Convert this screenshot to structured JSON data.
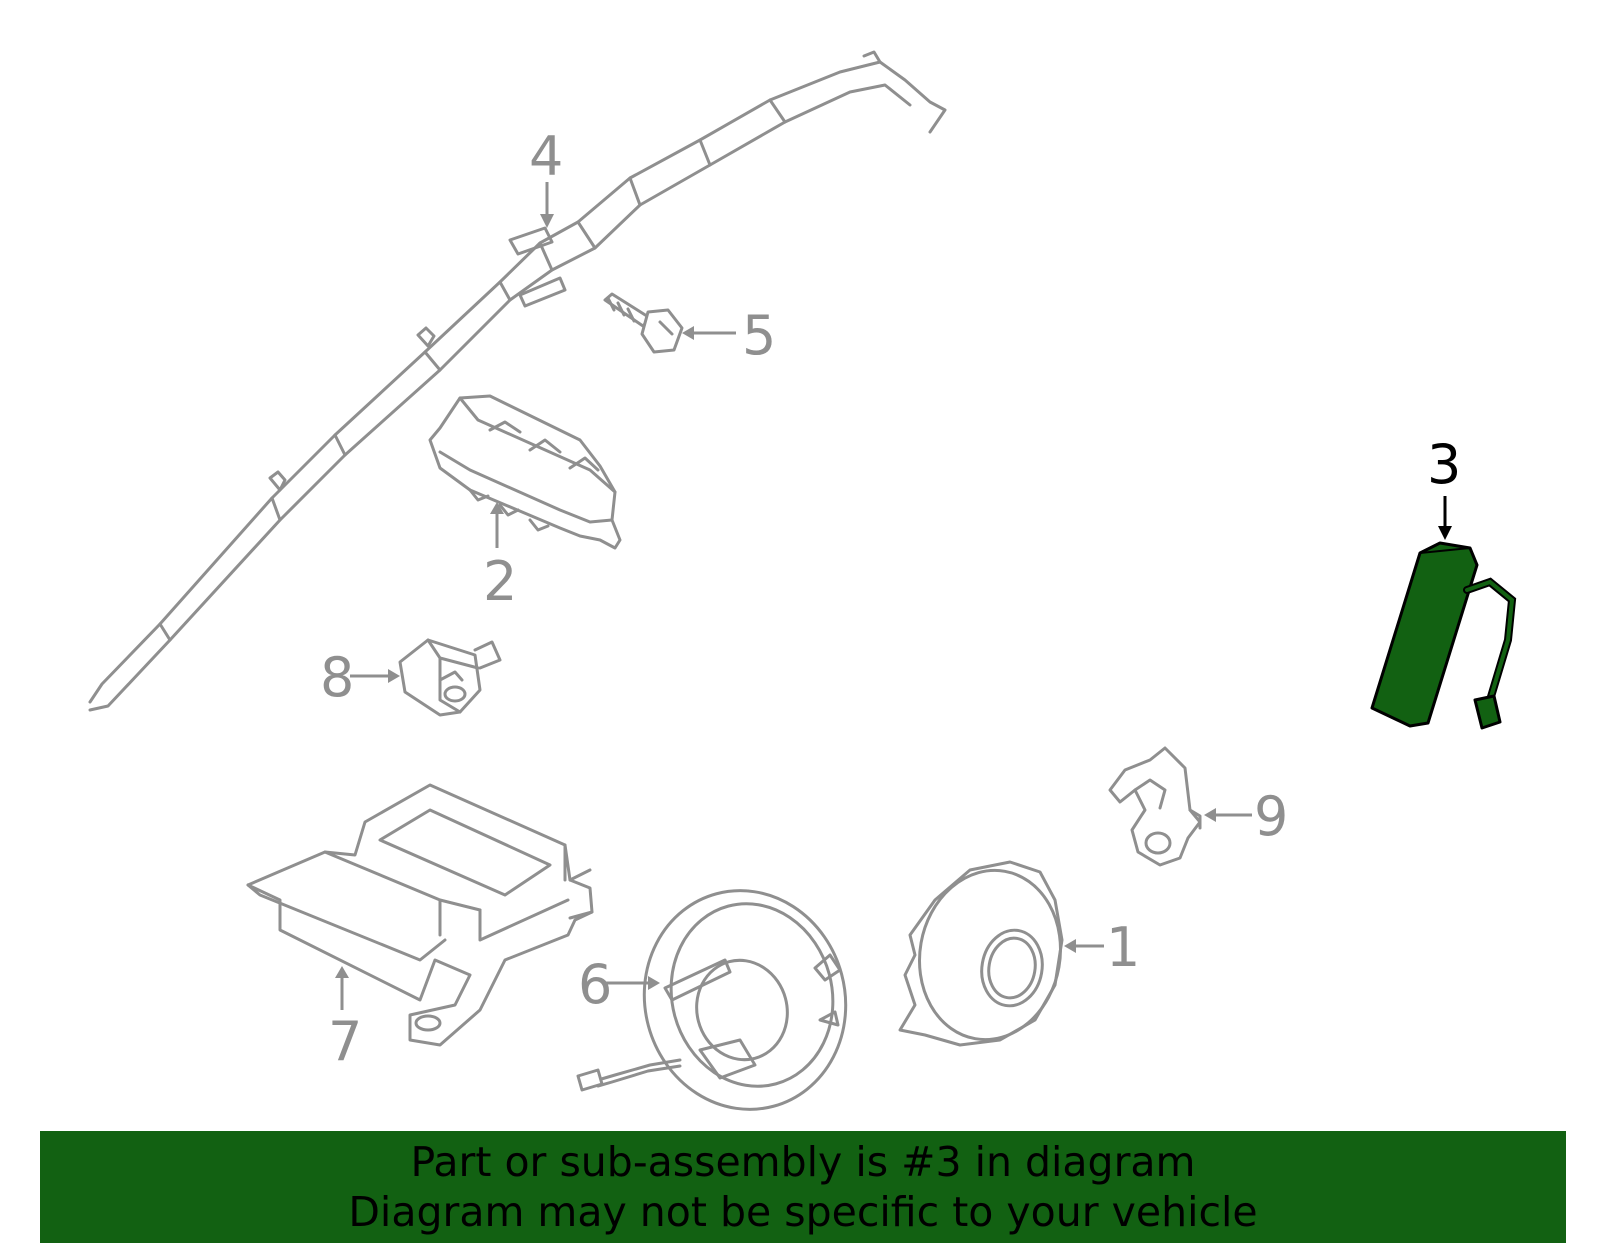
{
  "colors": {
    "highlight": "#126112",
    "part_line": "#8f8f8f",
    "banner_bg": "#126112",
    "banner_text": "#000000"
  },
  "callouts": [
    {
      "id": "1",
      "label": "1"
    },
    {
      "id": "2",
      "label": "2"
    },
    {
      "id": "3",
      "label": "3",
      "highlighted": true
    },
    {
      "id": "4",
      "label": "4"
    },
    {
      "id": "5",
      "label": "5"
    },
    {
      "id": "6",
      "label": "6"
    },
    {
      "id": "7",
      "label": "7"
    },
    {
      "id": "8",
      "label": "8"
    },
    {
      "id": "9",
      "label": "9"
    }
  ],
  "banner": {
    "line1": "Part or sub-assembly is #3 in diagram",
    "line2": "Diagram may not be specific to your vehicle"
  }
}
